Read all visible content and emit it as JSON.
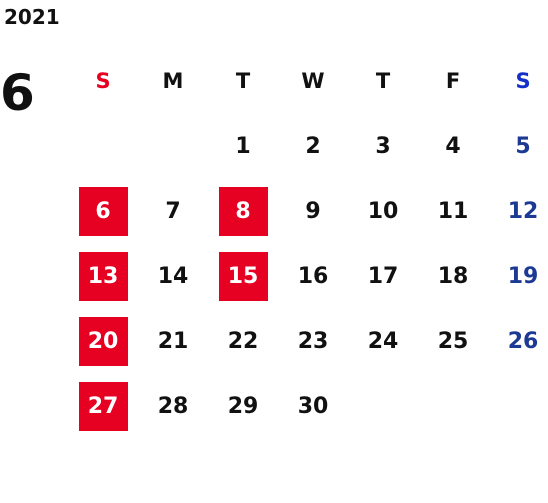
{
  "calendar": {
    "year": "2021",
    "month": "6",
    "weekdays": [
      {
        "label": "S",
        "color": "#e60021"
      },
      {
        "label": "M",
        "color": "#111111"
      },
      {
        "label": "T",
        "color": "#111111"
      },
      {
        "label": "W",
        "color": "#111111"
      },
      {
        "label": "T",
        "color": "#111111"
      },
      {
        "label": "F",
        "color": "#111111"
      },
      {
        "label": "S",
        "color": "#1430c8"
      }
    ],
    "weeks": [
      [
        null,
        null,
        "1",
        "2",
        "3",
        "4",
        "5"
      ],
      [
        "6",
        "7",
        "8",
        "9",
        "10",
        "11",
        "12"
      ],
      [
        "13",
        "14",
        "15",
        "16",
        "17",
        "18",
        "19"
      ],
      [
        "20",
        "21",
        "22",
        "23",
        "24",
        "25",
        "26"
      ],
      [
        "27",
        "28",
        "29",
        "30",
        null,
        null,
        null
      ]
    ],
    "highlighted_days": [
      "6",
      "8",
      "13",
      "15",
      "20",
      "27"
    ],
    "colors": {
      "highlight_bg": "#e60021",
      "highlight_text": "#ffffff",
      "saturday_text": "#1c3a94",
      "default_text": "#111111"
    }
  }
}
